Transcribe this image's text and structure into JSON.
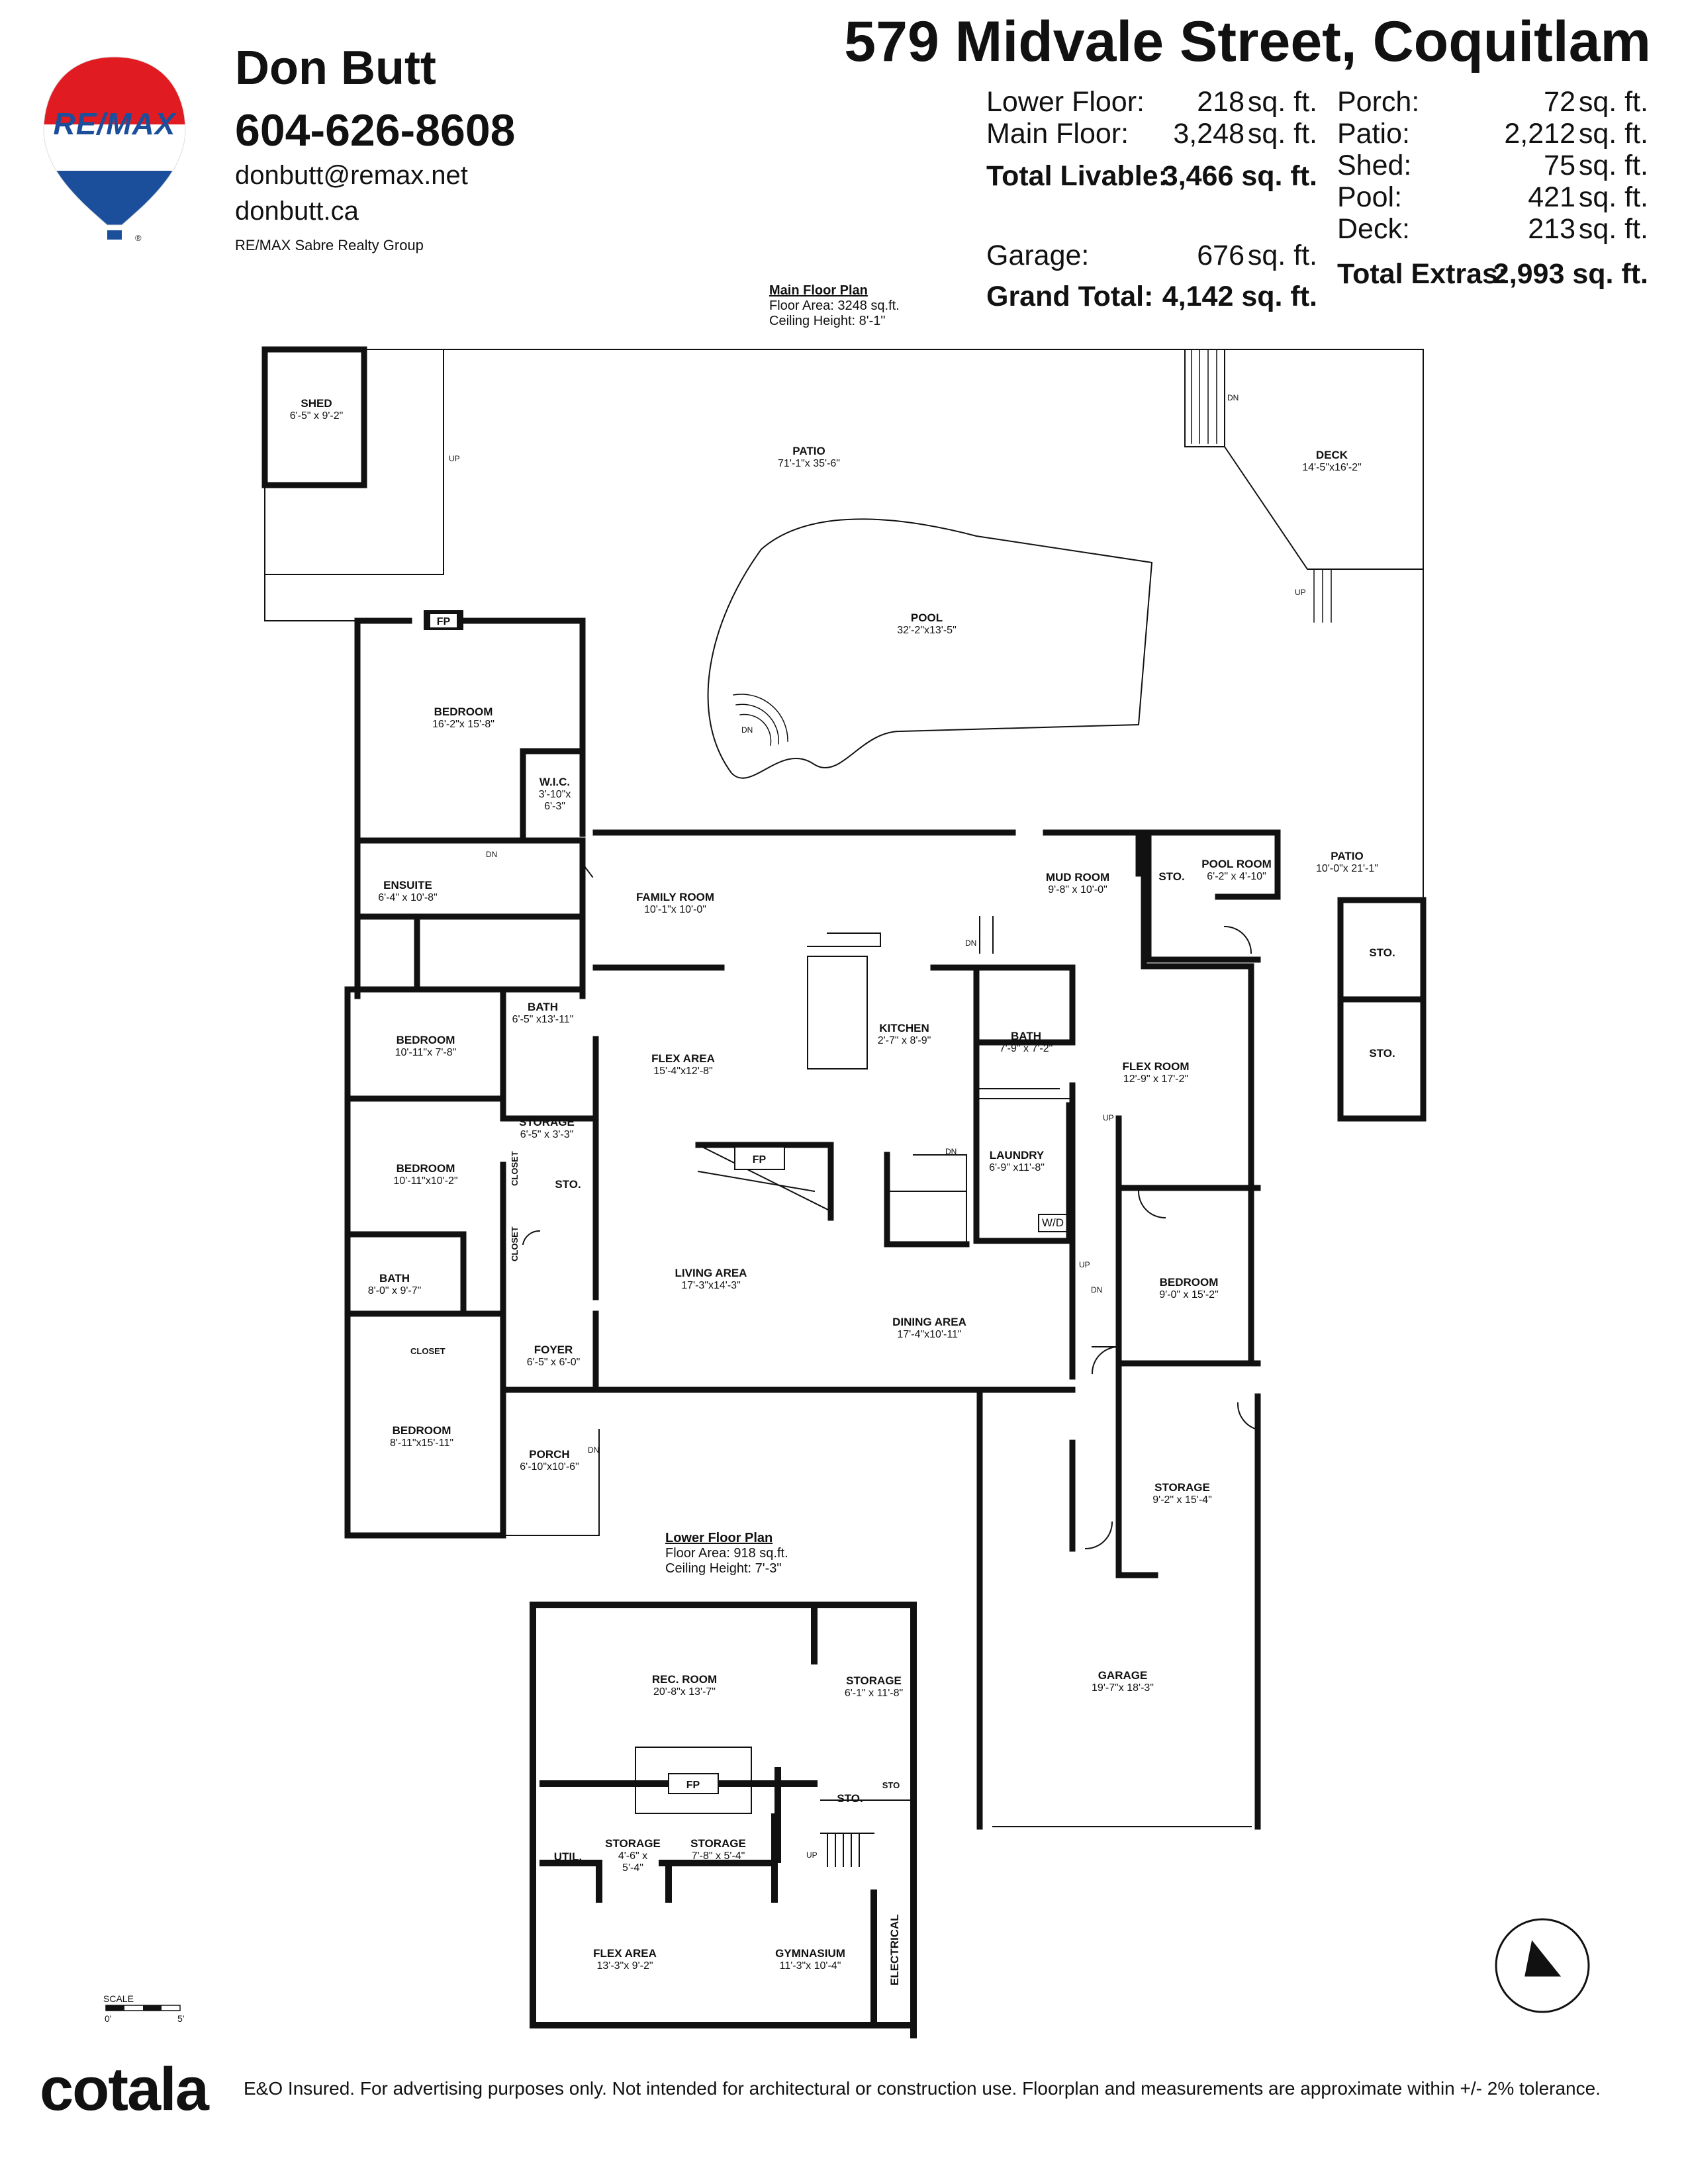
{
  "agent": {
    "name": "Don Butt",
    "phone": "604-626-8608",
    "email": "donbutt@remax.net",
    "website": "donbutt.ca",
    "brokerage": "RE/MAX Sabre Realty Group",
    "logo_text": "RE/MAX"
  },
  "property": {
    "address": "579 Midvale Street, Coquitlam"
  },
  "area_summary": {
    "lower_floor": {
      "label": "Lower Floor:",
      "value": "218",
      "unit": "sq. ft."
    },
    "main_floor": {
      "label": "Main Floor:",
      "value": "3,248",
      "unit": "sq. ft."
    },
    "total_livable": {
      "label": "Total Livable:",
      "value": "3,466 sq. ft."
    },
    "garage": {
      "label": "Garage:",
      "value": "676",
      "unit": "sq. ft."
    },
    "grand_total": {
      "label": "Grand Total:",
      "value": "4,142 sq. ft."
    },
    "porch": {
      "label": "Porch:",
      "value": "72",
      "unit": "sq. ft."
    },
    "patio": {
      "label": "Patio:",
      "value": "2,212",
      "unit": "sq. ft."
    },
    "shed": {
      "label": "Shed:",
      "value": "75",
      "unit": "sq. ft."
    },
    "pool": {
      "label": "Pool:",
      "value": "421",
      "unit": "sq. ft."
    },
    "deck": {
      "label": "Deck:",
      "value": "213",
      "unit": "sq. ft."
    },
    "total_extras": {
      "label": "Total Extras:",
      "value": "2,993 sq. ft."
    }
  },
  "main_floor_plan": {
    "title": "Main Floor Plan",
    "floor_area": "Floor Area: 3248 sq.ft.",
    "ceiling_height": "Ceiling Height: 8'-1\"",
    "rooms": [
      {
        "name": "SHED",
        "dims": "6'-5\" x 9'-2\""
      },
      {
        "name": "PATIO",
        "dims": "71'-1\"x 35'-6\""
      },
      {
        "name": "DECK",
        "dims": "14'-5\"x16'-2\""
      },
      {
        "name": "POOL",
        "dims": "32'-2\"x13'-5\""
      },
      {
        "name": "BEDROOM",
        "dims": "16'-2\"x 15'-8\""
      },
      {
        "name": "W.I.C.",
        "dims": "3'-10\"x 6'-3\""
      },
      {
        "name": "ENSUITE",
        "dims": "6'-4\" x 10'-8\""
      },
      {
        "name": "FAMILY ROOM",
        "dims": "10'-1\"x 10'-0\""
      },
      {
        "name": "MUD ROOM",
        "dims": "9'-8\" x 10'-0\""
      },
      {
        "name": "STO.",
        "dims": ""
      },
      {
        "name": "POOL ROOM",
        "dims": "6'-2\" x 4'-10\""
      },
      {
        "name": "PATIO",
        "dims": "10'-0\"x 21'-1\""
      },
      {
        "name": "STO.",
        "dims": ""
      },
      {
        "name": "STO.",
        "dims": ""
      },
      {
        "name": "BEDROOM",
        "dims": "10'-11\"x 7'-8\""
      },
      {
        "name": "BATH",
        "dims": "6'-5\" x13'-11\""
      },
      {
        "name": "FLEX AREA",
        "dims": "15'-4\"x12'-8\""
      },
      {
        "name": "KITCHEN",
        "dims": "2'-7\" x 8'-9\""
      },
      {
        "name": "BATH",
        "dims": "7'-9\" x 7'-2\""
      },
      {
        "name": "FLEX ROOM",
        "dims": "12'-9\" x 17'-2\""
      },
      {
        "name": "STORAGE",
        "dims": "6'-5\" x 3'-3\""
      },
      {
        "name": "BEDROOM",
        "dims": "10'-11\"x10'-2\""
      },
      {
        "name": "STO.",
        "dims": ""
      },
      {
        "name": "LAUNDRY",
        "dims": "6'-9\" x11'-8\""
      },
      {
        "name": "BATH",
        "dims": "8'-0\" x 9'-7\""
      },
      {
        "name": "LIVING AREA",
        "dims": "17'-3\"x14'-3\""
      },
      {
        "name": "DINING AREA",
        "dims": "17'-4\"x10'-11\""
      },
      {
        "name": "BEDROOM",
        "dims": "9'-0\" x 15'-2\""
      },
      {
        "name": "FOYER",
        "dims": "6'-5\" x 6'-0\""
      },
      {
        "name": "BEDROOM",
        "dims": "8'-11\"x15'-11\""
      },
      {
        "name": "PORCH",
        "dims": "6'-10\"x10'-6\""
      },
      {
        "name": "STORAGE",
        "dims": "9'-2\" x 15'-4\""
      },
      {
        "name": "GARAGE",
        "dims": "19'-7\"x 18'-3\""
      }
    ],
    "marks": {
      "fp": "FP",
      "closet": "CLOSET",
      "wd": "W/D",
      "up": "UP",
      "dn": "DN"
    }
  },
  "lower_floor_plan": {
    "title": "Lower Floor Plan",
    "floor_area": "Floor Area: 918 sq.ft.",
    "ceiling_height": "Ceiling Height: 7'-3\"",
    "rooms": [
      {
        "name": "REC. ROOM",
        "dims": "20'-8\"x 13'-7\""
      },
      {
        "name": "STORAGE",
        "dims": "6'-1\" x 11'-8\""
      },
      {
        "name": "STO.",
        "dims": ""
      },
      {
        "name": "STO",
        "dims": ""
      },
      {
        "name": "UTIL.",
        "dims": ""
      },
      {
        "name": "STORAGE",
        "dims": "4'-6\" x 5'-4\""
      },
      {
        "name": "STORAGE",
        "dims": "7'-8\" x 5'-4\""
      },
      {
        "name": "FLEX AREA",
        "dims": "13'-3\"x 9'-2\""
      },
      {
        "name": "GYMNASIUM",
        "dims": "11'-3\"x 10'-4\""
      },
      {
        "name": "ELECTRICAL",
        "dims": ""
      }
    ]
  },
  "scale": {
    "label": "SCALE",
    "min": "0'",
    "max": "5'"
  },
  "footer": {
    "brand": "cotala",
    "disclaimer": "E&O Insured. For advertising purposes only. Not intended for architectural or construction use. Floorplan and measurements are approximate within +/- 2% tolerance."
  },
  "colors": {
    "remax_red": "#e11b22",
    "remax_blue": "#1b4f9c",
    "wall": "#111111"
  }
}
